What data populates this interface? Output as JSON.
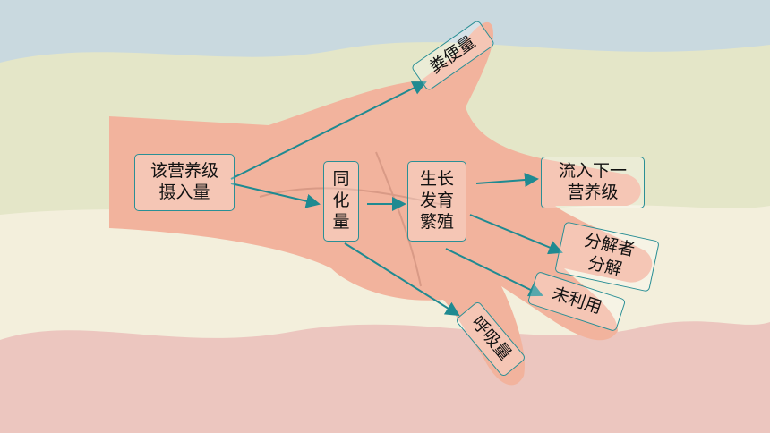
{
  "diagram": {
    "nodes": {
      "intake": {
        "lines": [
          "该营养级",
          "摄入量"
        ]
      },
      "assimilated": {
        "lines": [
          "同",
          "化",
          "量"
        ]
      },
      "growth": {
        "lines": [
          "生长",
          "发育",
          "繁殖"
        ]
      },
      "feces": {
        "lines": [
          "粪便量"
        ]
      },
      "next_level": {
        "lines": [
          "流入下一",
          "营养级"
        ]
      },
      "decomposer": {
        "lines": [
          "分解者",
          "分解"
        ]
      },
      "unused": {
        "lines": [
          "未利用"
        ]
      },
      "respiration": {
        "lines": [
          "呼吸量"
        ]
      }
    },
    "colors": {
      "arrow": "#1f8a91",
      "box_border": "#2a8f95",
      "skin": "#f2b39d"
    }
  }
}
